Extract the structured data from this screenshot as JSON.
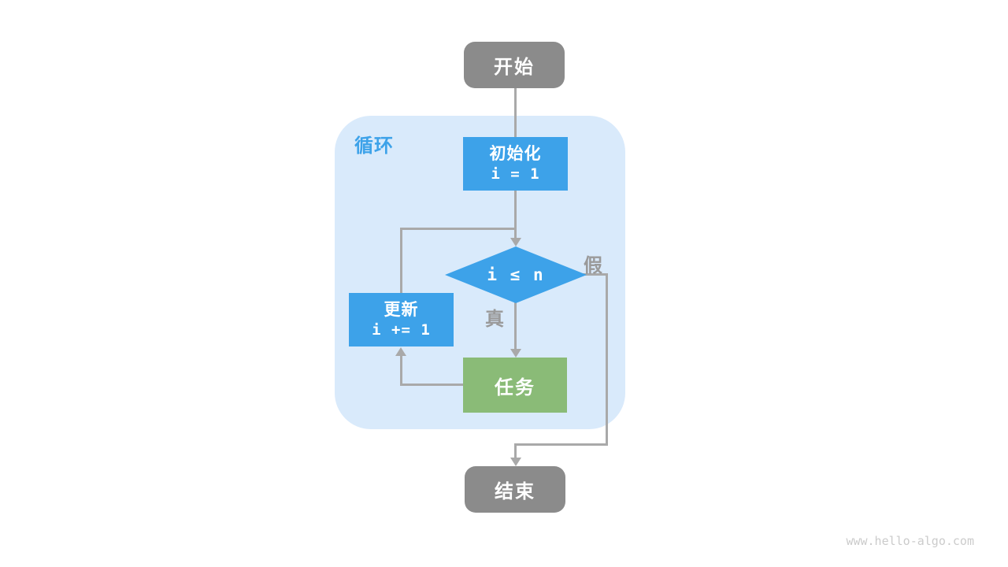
{
  "diagram": {
    "type": "flowchart",
    "title_context": "loop (while/for) control flow",
    "nodes": {
      "start": {
        "label": "开始"
      },
      "init": {
        "title": "初始化",
        "code": "i = 1"
      },
      "condition": {
        "code": "i ≤ n"
      },
      "update": {
        "title": "更新",
        "code": "i += 1"
      },
      "task": {
        "label": "任务"
      },
      "end": {
        "label": "结束"
      }
    },
    "labels": {
      "loop_container": "循环",
      "branch_true": "真",
      "branch_false": "假"
    },
    "edges": [
      "start -> init",
      "init -> condition",
      "condition -(真)-> task",
      "task -> update",
      "update -> condition",
      "condition -(假)-> end"
    ],
    "palette": {
      "process_blue": "#3da2e9",
      "task_green": "#8abb77",
      "terminal_gray": "#8b8b8b",
      "container_light_blue": "#d9eafb",
      "edge_gray": "#a9a9a9",
      "branch_label_gray": "#9a9a9a",
      "node_text": "#ffffff"
    }
  },
  "watermark": "www.hello-algo.com"
}
